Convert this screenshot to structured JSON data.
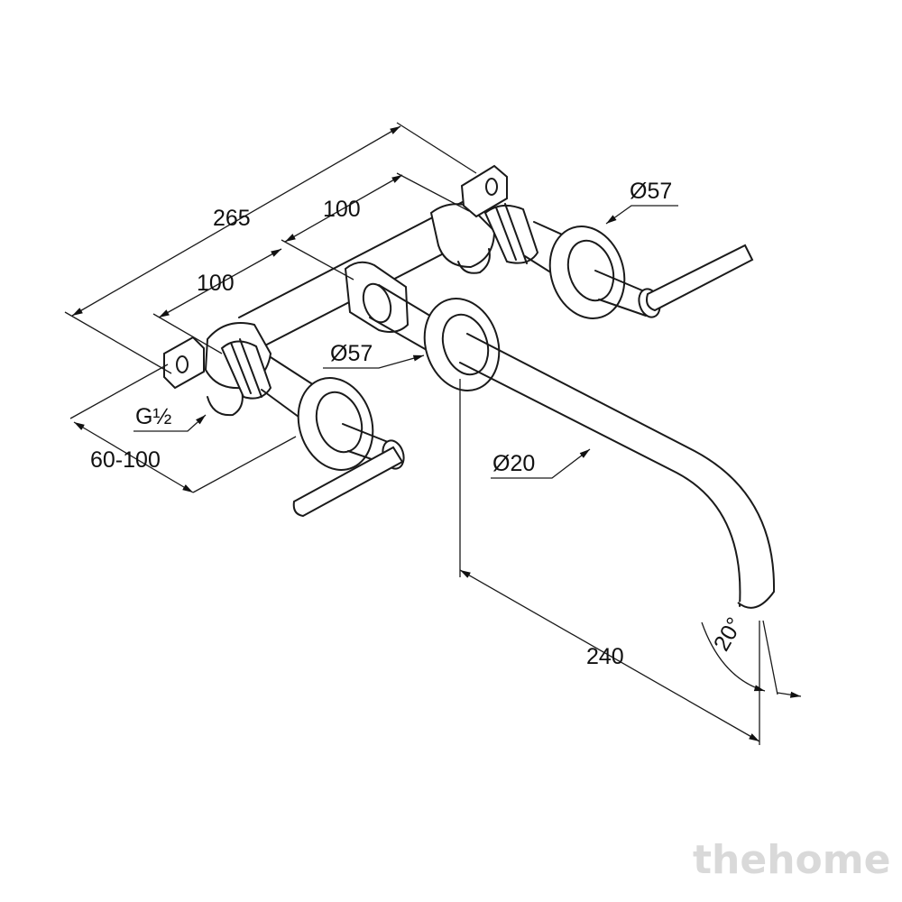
{
  "dimensions": {
    "overall_width": "265",
    "spout_center_to_right": "100",
    "left_to_spout_center": "100",
    "rosette_diameter_right": "Ø57",
    "rosette_diameter_spout": "Ø57",
    "connection_thread": "G½",
    "wall_depth_range": "60-100",
    "spout_diameter": "Ø20",
    "spout_projection": "240",
    "spout_angle": "20°"
  },
  "watermark": "thehome"
}
